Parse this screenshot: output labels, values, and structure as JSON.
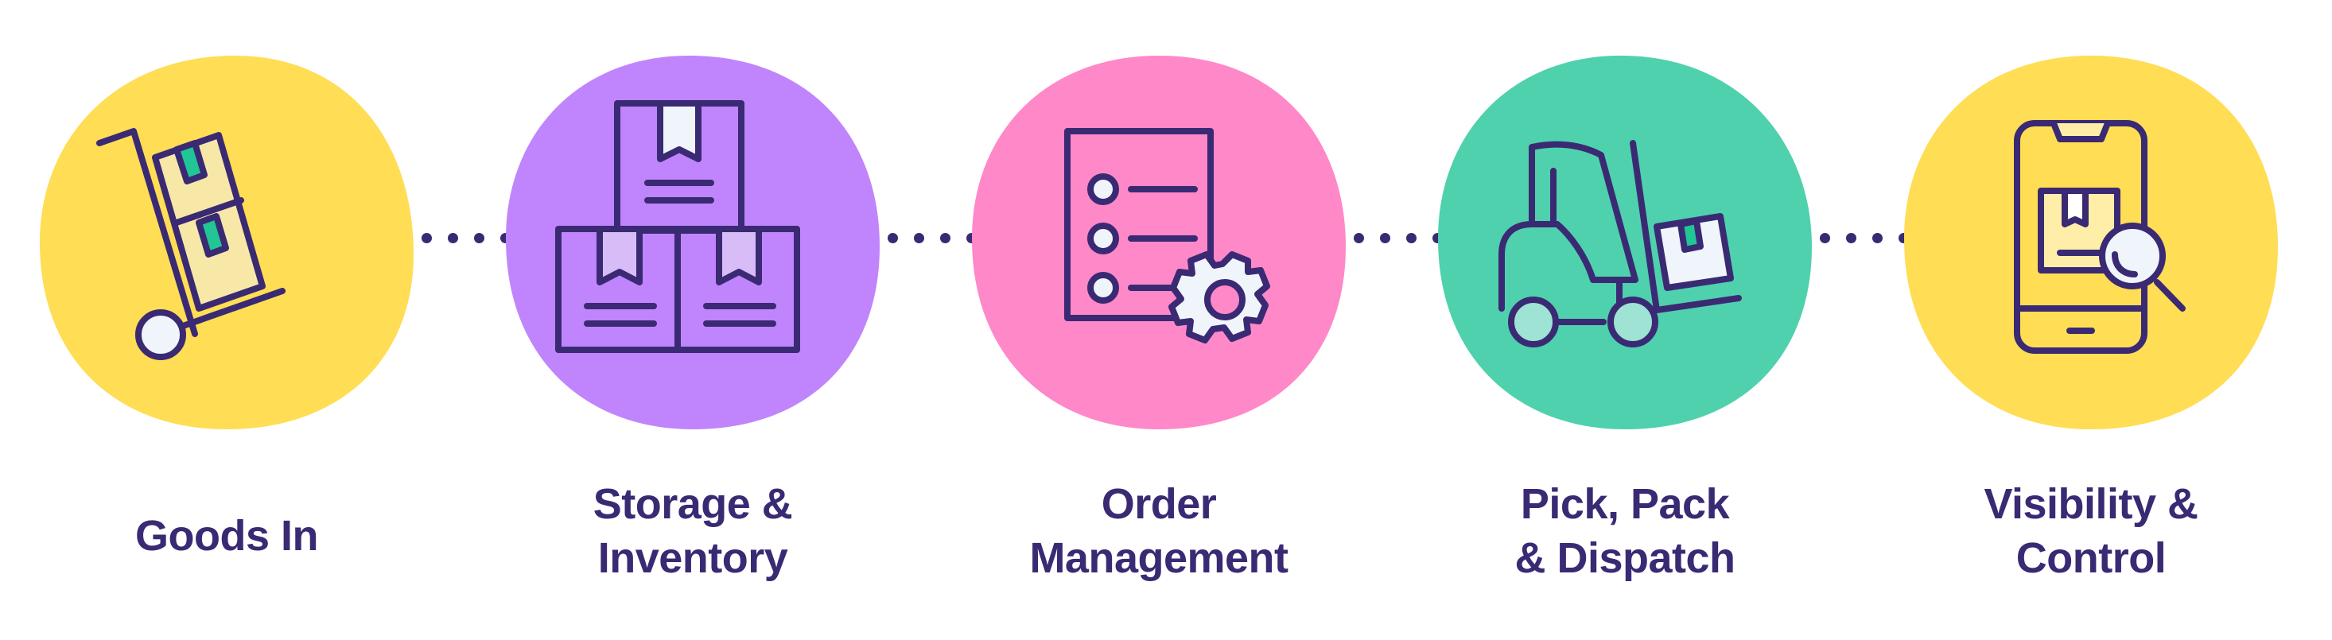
{
  "steps": [
    {
      "id": "goods-in",
      "label_lines": [
        "Goods In"
      ],
      "icon": "hand-truck-icon",
      "color": "#FFDD55"
    },
    {
      "id": "storage-inventory",
      "label_lines": [
        "Storage &",
        "Inventory"
      ],
      "icon": "stacked-boxes-icon",
      "color": "#C084FC"
    },
    {
      "id": "order-management",
      "label_lines": [
        "Order",
        "Management"
      ],
      "icon": "document-gear-icon",
      "color": "#FF88C8"
    },
    {
      "id": "pick-pack-dispatch",
      "label_lines": [
        "Pick, Pack",
        "& Dispatch"
      ],
      "icon": "forklift-icon",
      "color": "#4FD1AD"
    },
    {
      "id": "visibility-control",
      "label_lines": [
        "Visibility &",
        "Control"
      ],
      "icon": "phone-search-icon",
      "color": "#FFDD55"
    }
  ],
  "connector": {
    "dot_count": 4
  },
  "colors": {
    "ink": "#3a2a73",
    "light": "#EFF5FA"
  }
}
